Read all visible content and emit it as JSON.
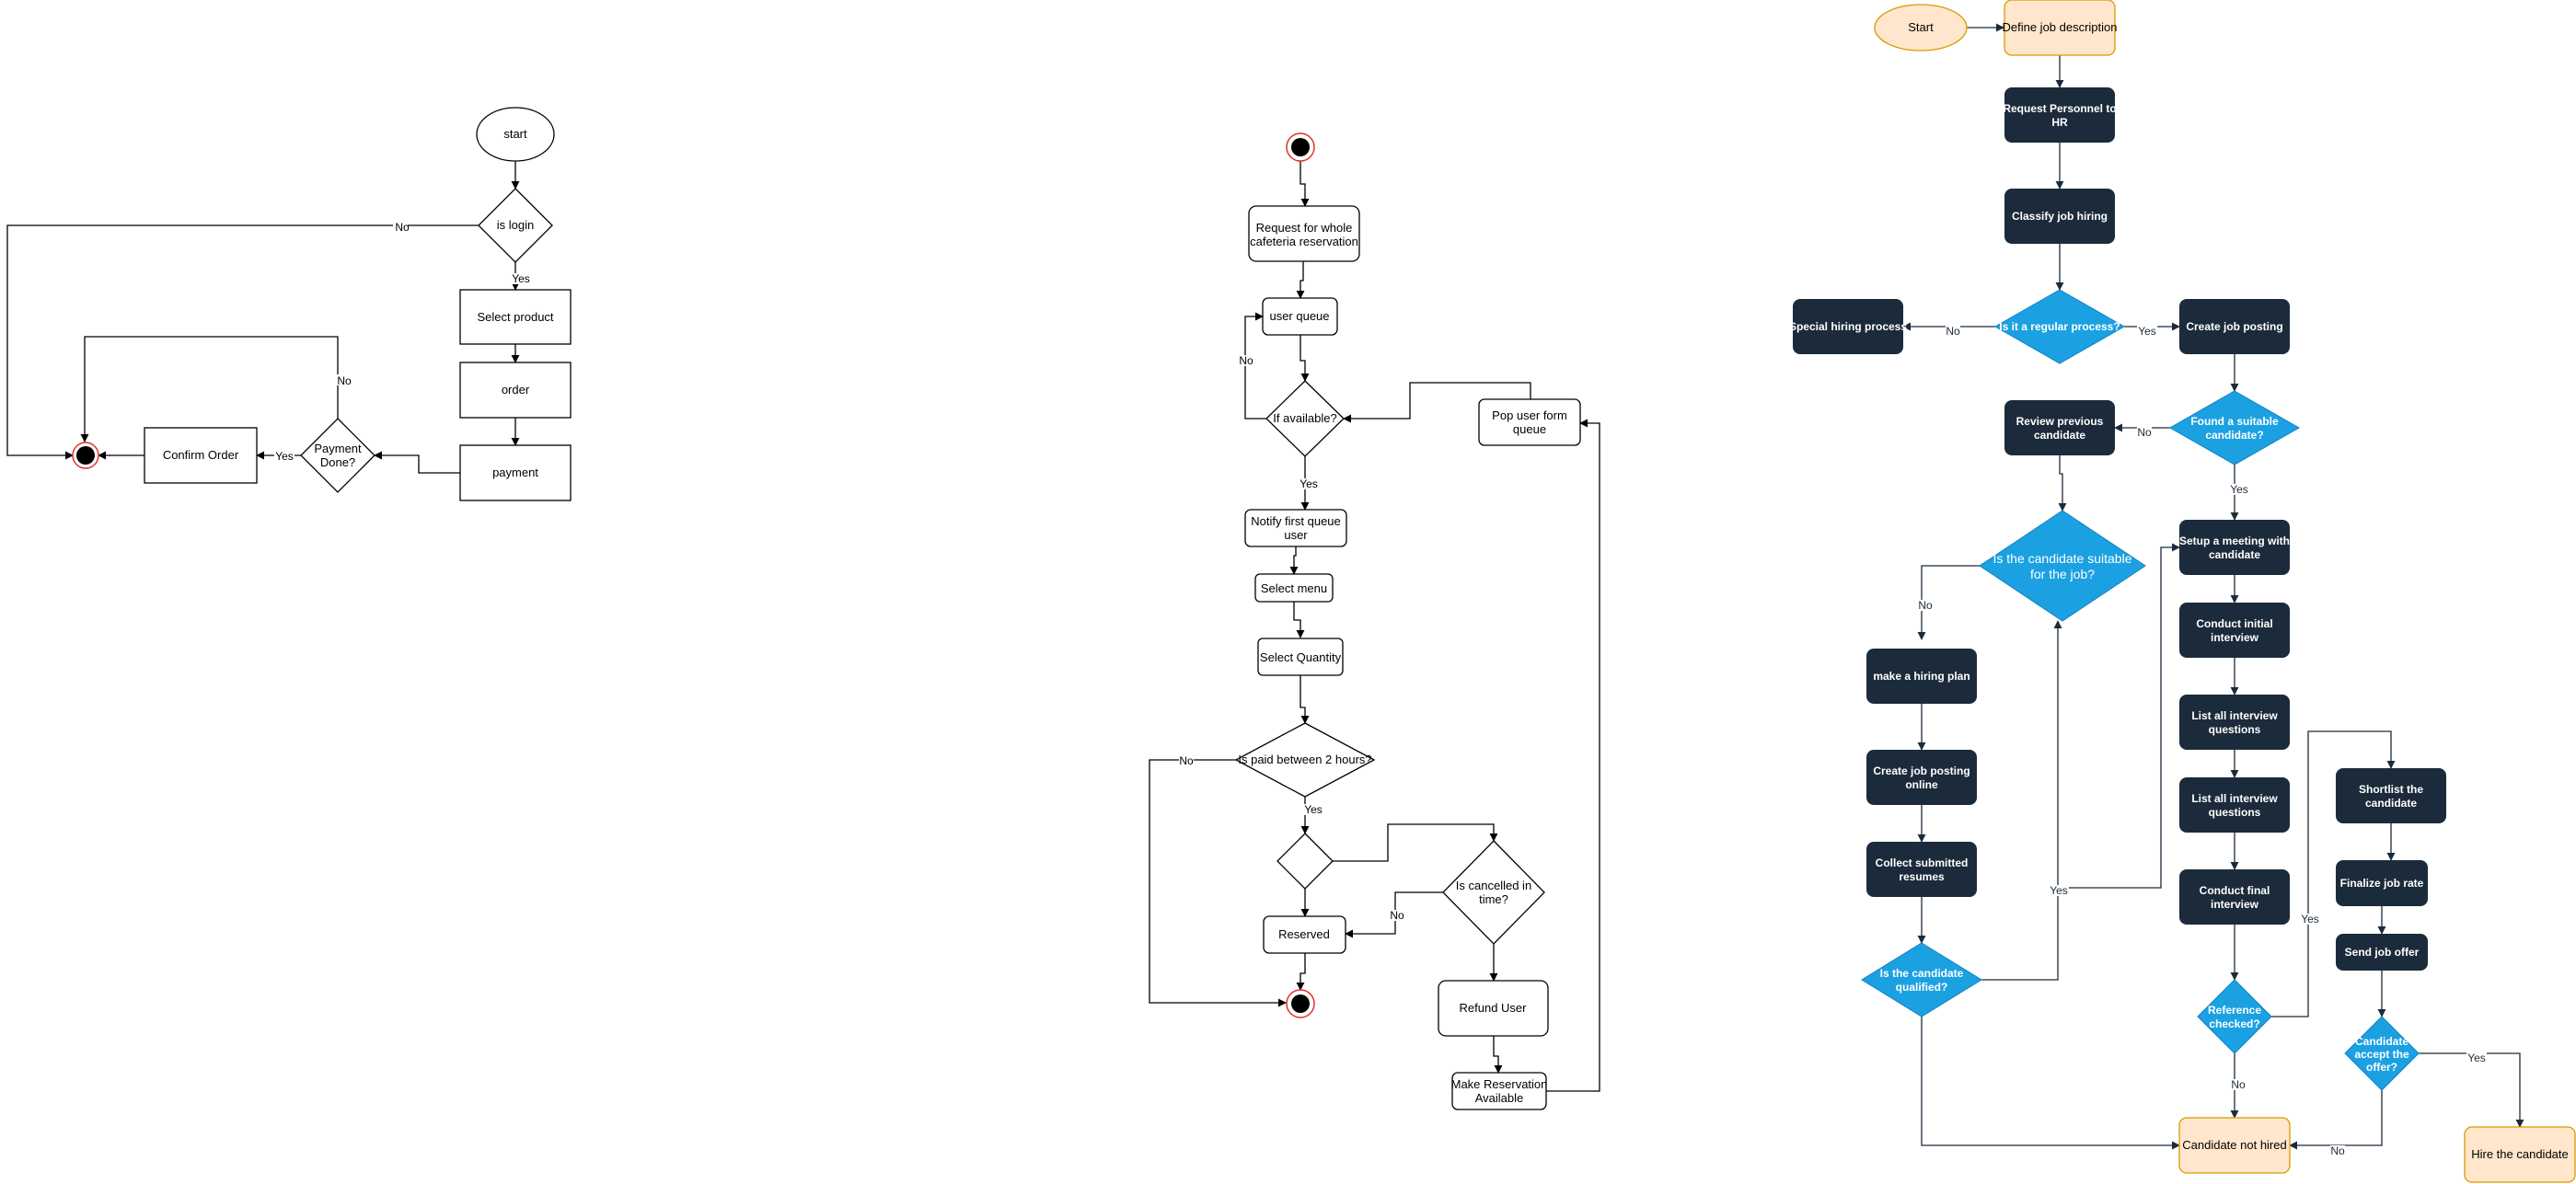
{
  "diagram_left": {
    "start": "start",
    "is_login": "is login",
    "select_product": "Select product",
    "order": "order",
    "payment": "payment",
    "payment_done": [
      "Payment",
      "Done?"
    ],
    "confirm_order": "Confirm Order",
    "edge_no_login": "No",
    "edge_yes_login": "Yes",
    "edge_no_payment": "No",
    "edge_yes_payment": "Yes"
  },
  "diagram_middle": {
    "request": [
      "Request for whole",
      "cafeteria reservation"
    ],
    "user_queue": "user queue",
    "if_available": "If available?",
    "pop_user": [
      "Pop user form",
      "queue"
    ],
    "notify": [
      "Notify first queue",
      "user"
    ],
    "select_menu": "Select menu",
    "select_quantity": "Select Quantity",
    "is_paid": "Is paid between 2 hours?",
    "is_cancelled": [
      "Is cancelled in",
      "time?"
    ],
    "reserved": "Reserved",
    "refund": "Refund User",
    "make_available": [
      "Make Reservation",
      "Available"
    ],
    "edge_no_available": "No",
    "edge_yes_available": "Yes",
    "edge_no_paid": "No",
    "edge_yes_paid": "Yes",
    "edge_no_cancelled": "No"
  },
  "diagram_right": {
    "start": "Start",
    "define_job": "Define job description",
    "request_personnel": [
      "Request Personnel to",
      "HR"
    ],
    "classify": "Classify job hiring",
    "is_regular": "Is it a regular process?",
    "special": "Special hiring process",
    "create_posting": "Create job posting",
    "found_suitable": [
      "Found a suitable",
      "candidate?"
    ],
    "review_previous": [
      "Review previous",
      "candidate"
    ],
    "is_suitable": [
      "Is the candidate suitable",
      "for the job?"
    ],
    "setup_meeting": [
      "Setup a meeting with",
      "candidate"
    ],
    "initial_interview": [
      "Conduct initial",
      "interview"
    ],
    "list_questions_1": [
      "List all interview",
      "questions"
    ],
    "list_questions_2": [
      "List all interview",
      "questions"
    ],
    "final_interview": [
      "Conduct final",
      "interview"
    ],
    "reference_checked": [
      "Reference",
      "checked?"
    ],
    "hiring_plan": "make a hiring plan",
    "posting_online": [
      "Create job posting",
      "online"
    ],
    "collect_resumes": [
      "Collect submitted",
      "resumes"
    ],
    "is_qualified": [
      "Is the candidate",
      "qualified?"
    ],
    "shortlist": [
      "Shortlist the",
      "candidate"
    ],
    "finalize_rate": "Finalize job rate",
    "send_offer": "Send job offer",
    "accept_offer": [
      "Candidate",
      "accept the",
      "offer?"
    ],
    "not_hired": "Candidate not hired",
    "hire": "Hire the candidate",
    "edge_no_regular": "No",
    "edge_yes_regular": "Yes",
    "edge_no_found": "No",
    "edge_yes_found": "Yes",
    "edge_no_suitable": "No",
    "edge_yes_qualified": "Yes",
    "edge_yes_reference": "Yes",
    "edge_no_reference": "No",
    "edge_yes_accept": "Yes",
    "edge_no_accept": "No"
  },
  "colors": {
    "dark_node": "#1b2b3b",
    "blue_decision": "#1ba1e2",
    "orange_fill": "#ffe6cc",
    "orange_stroke": "#d79b00",
    "end_red": "#e0312a"
  }
}
